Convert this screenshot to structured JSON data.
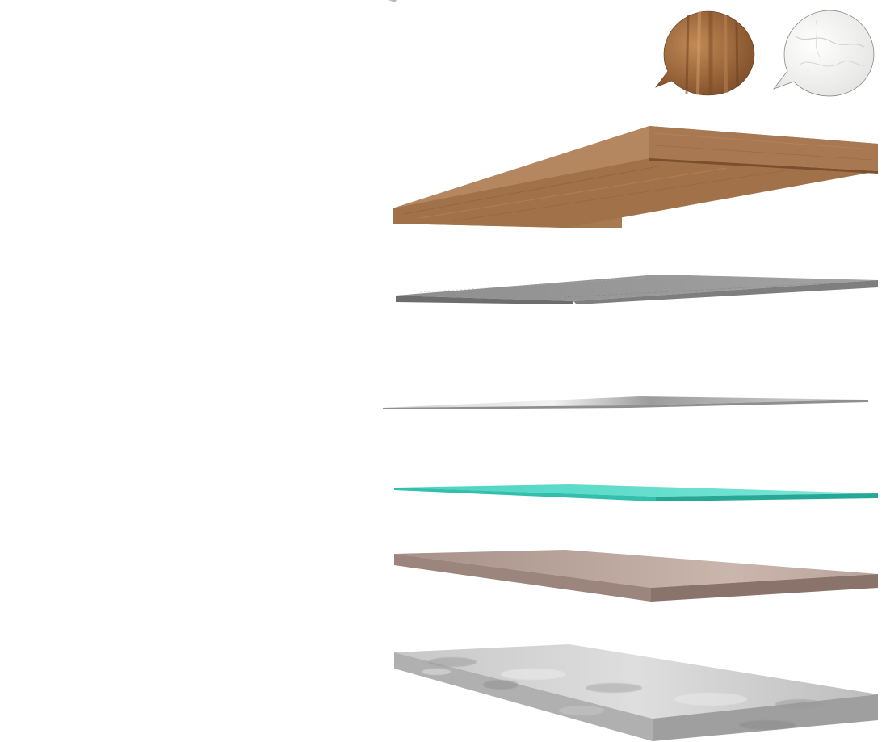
{
  "swatches": [
    {
      "name": "wood",
      "color_base": "#9b6236",
      "color_light": "#c8915a",
      "color_dark": "#6e4220"
    },
    {
      "name": "marble",
      "color_base": "#ececea",
      "color_light": "#ffffff",
      "color_dark": "#c9c9c6"
    }
  ],
  "layers": [
    {
      "name": "wood-veneer",
      "top": "#a2724a",
      "top_light": "#b88a5f",
      "edge": "#8a5a33",
      "edge_dark": "#6d4426"
    },
    {
      "name": "fiber-mat",
      "top": "#8f8f8f",
      "top_light": "#a9a9a9",
      "edge": "#6d6d6d",
      "edge_dark": "#555555"
    },
    {
      "name": "foil",
      "top": "#b9b9b9",
      "top_light": "#e6e6e6",
      "edge": "#8c8c8c",
      "edge_dark": "#6e6e6e"
    },
    {
      "name": "glass",
      "top": "#50d6c4",
      "top_light": "#8ceadd",
      "edge": "#2ab5a3",
      "edge_dark": "#1d8f81"
    },
    {
      "name": "core-board",
      "top": "#ab958c",
      "top_light": "#c4b0a7",
      "edge": "#8f7870",
      "edge_dark": "#7a645c"
    },
    {
      "name": "concrete-base",
      "top": "#c9c9c9",
      "top_light": "#e2e2e2",
      "edge": "#a9a9a9",
      "edge_dark": "#8e8e8e"
    }
  ]
}
